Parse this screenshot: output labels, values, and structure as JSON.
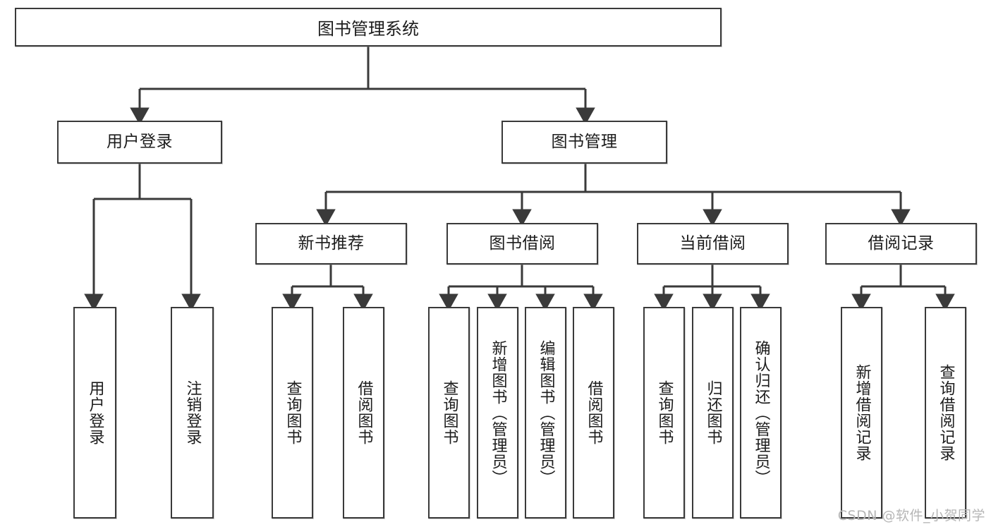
{
  "diagram": {
    "title": "图书管理系统",
    "root": {
      "id": "root",
      "label": "图书管理系统"
    },
    "level2": [
      {
        "id": "user-login",
        "label": "用户登录"
      },
      {
        "id": "book-manage",
        "label": "图书管理"
      }
    ],
    "level3": [
      {
        "id": "new-book-rec",
        "label": "新书推荐"
      },
      {
        "id": "book-borrow",
        "label": "图书借阅"
      },
      {
        "id": "current-borrow",
        "label": "当前借阅"
      },
      {
        "id": "borrow-record",
        "label": "借阅记录"
      }
    ],
    "leaves": [
      {
        "id": "leaf-user-login",
        "label": "用户登录",
        "parent": "user-login"
      },
      {
        "id": "leaf-logout",
        "label": "注销登录",
        "parent": "user-login"
      },
      {
        "id": "leaf-query-book-1",
        "label": "查询图书",
        "parent": "new-book-rec"
      },
      {
        "id": "leaf-borrow-book-1",
        "label": "借阅图书",
        "parent": "new-book-rec"
      },
      {
        "id": "leaf-query-book-2",
        "label": "查询图书",
        "parent": "book-borrow"
      },
      {
        "id": "leaf-add-book",
        "label": "新增图书（管理员）",
        "parent": "book-borrow"
      },
      {
        "id": "leaf-edit-book",
        "label": "编辑图书（管理员）",
        "parent": "book-borrow"
      },
      {
        "id": "leaf-borrow-book-2",
        "label": "借阅图书",
        "parent": "book-borrow"
      },
      {
        "id": "leaf-query-book-3",
        "label": "查询图书",
        "parent": "current-borrow"
      },
      {
        "id": "leaf-return-book",
        "label": "归还图书",
        "parent": "current-borrow"
      },
      {
        "id": "leaf-confirm-return",
        "label": "确认归还（管理员）",
        "parent": "current-borrow"
      },
      {
        "id": "leaf-add-record",
        "label": "新增借阅记录",
        "parent": "borrow-record"
      },
      {
        "id": "leaf-query-record",
        "label": "查询借阅记录",
        "parent": "borrow-record"
      }
    ],
    "colors": {
      "stroke": "#3a3a3a",
      "text": "#1c1c1c",
      "background": "#ffffff",
      "watermark": "#b6b6b6"
    }
  },
  "watermark": {
    "text": "CSDN @软件_小贺同学"
  }
}
